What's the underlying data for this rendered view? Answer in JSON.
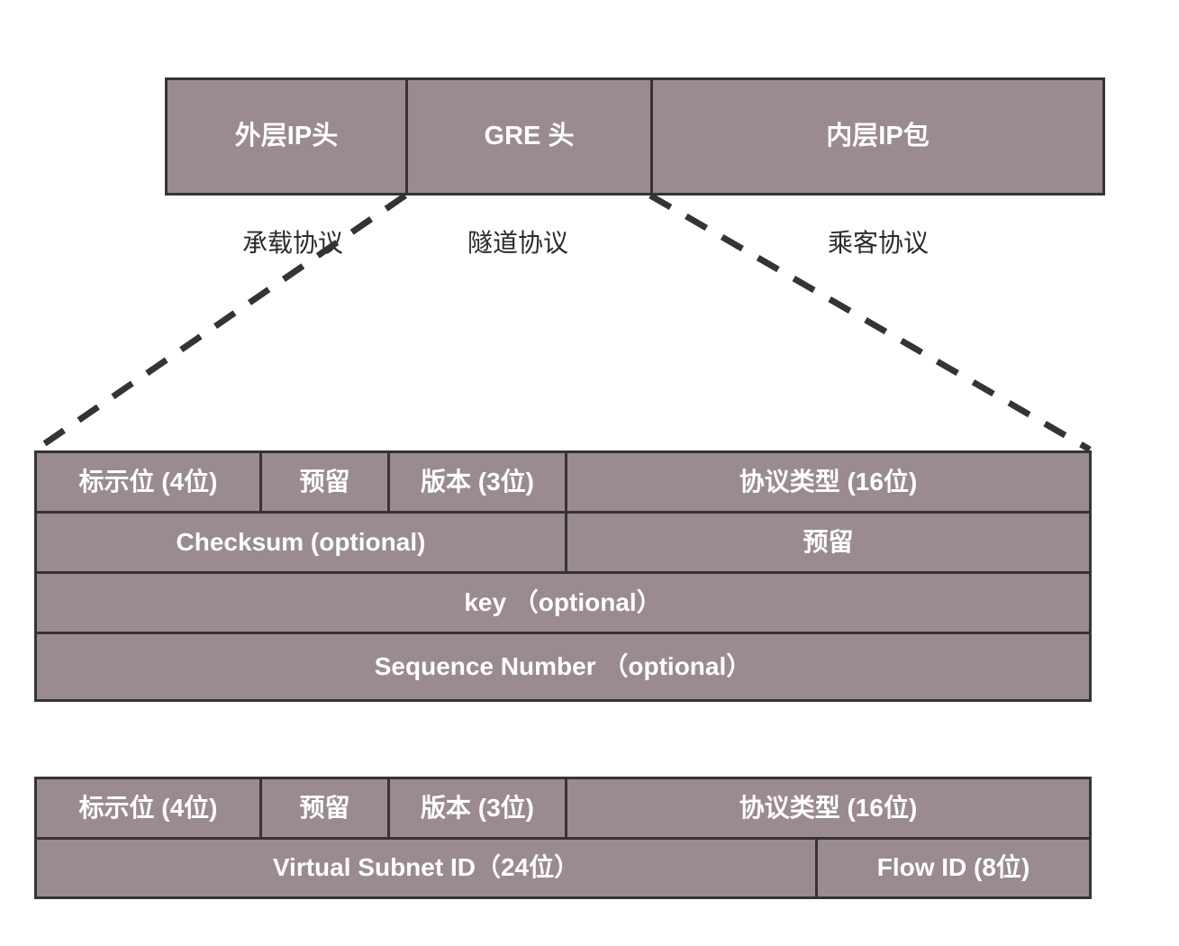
{
  "colors": {
    "cell_fill": "#9a8b90",
    "cell_border": "#363335",
    "cell_text": "#ffffff",
    "caption_text": "#2b2b2b",
    "background": "#ffffff",
    "connector_line": "#363335"
  },
  "top_bar": {
    "outer_ip_header": "外层IP头",
    "gre_header": "GRE 头",
    "inner_ip_packet": "内层IP包"
  },
  "captions": {
    "bearer_protocol": "承载协议",
    "tunnel_protocol": "隧道协议",
    "passenger_protocol": "乘客协议"
  },
  "gre_header_table": {
    "rows": [
      {
        "fields": [
          {
            "label": "标示位 (4位)"
          },
          {
            "label": "预留"
          },
          {
            "label": "版本 (3位)"
          },
          {
            "label": "协议类型 (16位)"
          }
        ]
      },
      {
        "fields": [
          {
            "label": "Checksum (optional)"
          },
          {
            "label": "预留"
          }
        ]
      },
      {
        "fields": [
          {
            "label": "key （optional）"
          }
        ]
      },
      {
        "fields": [
          {
            "label": "Sequence Number （optional）"
          }
        ]
      }
    ]
  },
  "nvgre_header_table": {
    "rows": [
      {
        "fields": [
          {
            "label": "标示位 (4位)"
          },
          {
            "label": "预留"
          },
          {
            "label": "版本 (3位)"
          },
          {
            "label": "协议类型 (16位)"
          }
        ]
      },
      {
        "fields": [
          {
            "label": "Virtual Subnet ID（24位）"
          },
          {
            "label": "Flow ID (8位)"
          }
        ]
      }
    ]
  }
}
